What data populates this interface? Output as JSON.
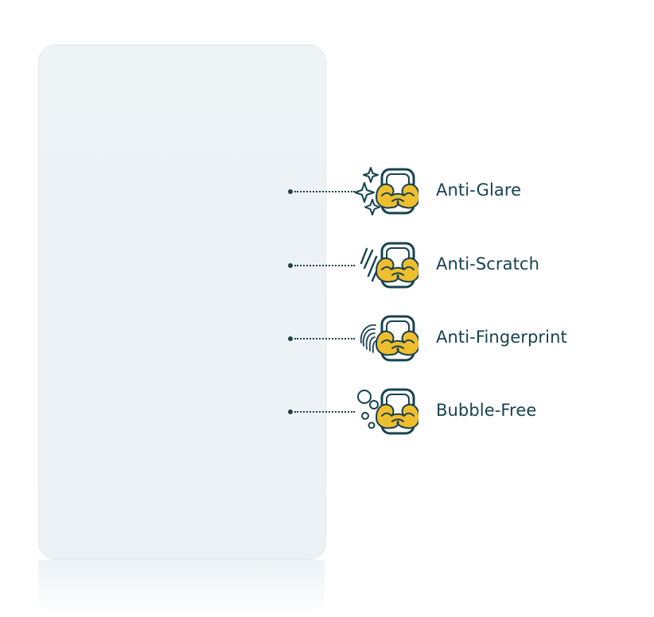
{
  "colors": {
    "accent_yellow": "#efbe2e",
    "ink": "#17424f",
    "protector_fill": "#ecf2f6"
  },
  "features": [
    {
      "label": "Anti-Glare",
      "icon": "sparkle-icon"
    },
    {
      "label": "Anti-Scratch",
      "icon": "scratch-icon"
    },
    {
      "label": "Anti-Fingerprint",
      "icon": "fingerprint-icon"
    },
    {
      "label": "Bubble-Free",
      "icon": "bubbles-icon"
    }
  ]
}
